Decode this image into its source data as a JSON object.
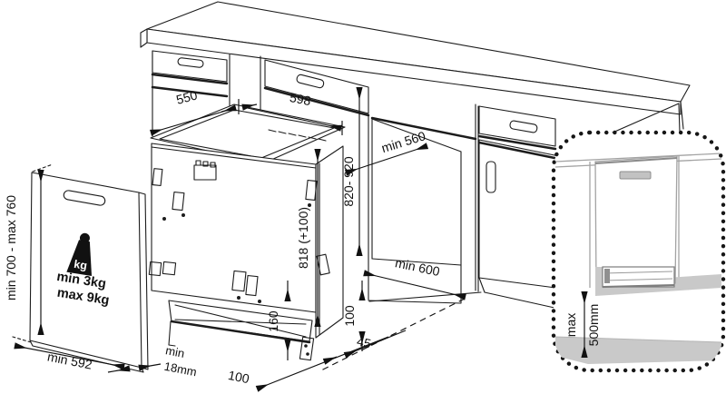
{
  "title": "Built-in dishwasher installation dimensions diagram",
  "labels": {
    "top_width": "550",
    "niche_width": "598",
    "niche_depth": "min 560",
    "niche_height": "820- 920",
    "dishwasher_height": "818 (+100)",
    "cabinet_depth": "min 600",
    "panel_width": "min 592",
    "panel_gap_line1": "min",
    "panel_gap_line2": "18mm",
    "plinth_clearance": "100",
    "front_gap": "45",
    "plinth_height": "160",
    "side_clearance": "100",
    "panel_height": "min 700 - max 760",
    "panel_weight_min": "min 3kg",
    "panel_weight_max": "max 9kg",
    "weight_unit": "kg",
    "inset_max_word": "max",
    "inset_max_value": "500mm"
  },
  "colors": {
    "drawing_line": "#1c1c1c",
    "dimension": "#111111",
    "inset_line": "#a3a3a3",
    "inset_shade": "#c9c9c9",
    "background": "#ffffff"
  }
}
